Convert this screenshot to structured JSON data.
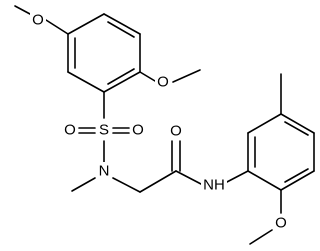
{
  "molecule": {
    "atom_labels": {
      "o_methoxy_top": "O",
      "o_methoxy_right": "O",
      "o_sulfonyl_left": "O",
      "s_sulfonyl": "S",
      "o_sulfonyl_right": "O",
      "o_carbonyl": "O",
      "n_sulfonamide": "N",
      "nh_amide": "NH",
      "o_methoxy_bottom": "O"
    },
    "colors": {
      "bond": "#000000",
      "label": "#000000",
      "background": "#ffffff"
    }
  }
}
